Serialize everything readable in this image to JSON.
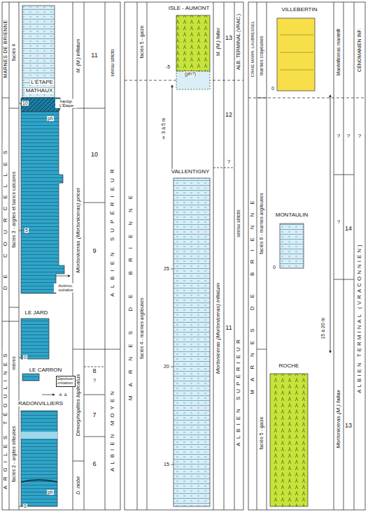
{
  "diagram": {
    "nodes": [
      {
        "text": [
          "Dipolocer. cristatum"
        ]
      }
    ],
    "labels": [
      "MARNES DE BRIENNE",
      "DE COURCELLES",
      "ARGILES TÉGULINES",
      "faciès 4",
      "faciès 3 - argiles et bancs calcaires",
      "faciès 2 - argiles silteuses",
      "mères",
      "L'ÉTAPE",
      "MATHAUX",
      "10",
      "hardgr. L'Étape",
      "ph",
      "5",
      "Actinoc. sutralus",
      "LE JARD",
      "0",
      "LE CARRON",
      "A. &",
      "RADONVILLIERS",
      "ph",
      "0",
      "M. (M.) inflatum",
      "Mortoniceras (Mortoniceras) pricei",
      "?",
      "Dimorphoplites biplicatus",
      "D. niobe",
      "11",
      "10",
      "9",
      "8",
      "7",
      "6",
      "sensu stricto",
      "ALBIEN SUPÉRIEUR",
      "ALBIEN MOYEN",
      "ISLE - AUMONT",
      "faciès 5 - gaize",
      "(ph?)",
      "-5",
      "≃ 3 à 5 m",
      "VALLENTIGNY",
      "MARNES DE BRIENNE",
      "faciès 4 - marnes argileuses",
      "25",
      "20",
      "15",
      "M. (M.) fallax",
      "Mortoniceras (Mortoniceras) inflatum",
      "13",
      "12",
      "?",
      "11",
      "ALB. TERMINAL (VRAC.)",
      "sensu stricto",
      "ALBIEN SUPÉRIEUR",
      "CRAIE MARN. LAUBRESSEL",
      "MARNES DE BRIENNE",
      "marnes crayeuses",
      "faciès 6 - marnes argileuses",
      "faciès 5 - gaize",
      "VILLEBERTIN",
      "0",
      "MONTAULIN",
      "0",
      "15 à 20 m",
      "ROCHE",
      "Mantelliceras mantelli",
      "?",
      "?",
      "?",
      "?",
      "14",
      "Mortoniceras (M.) fallax",
      "13",
      "CÉNOMANIEN INF.",
      "ALBIEN TERMINAL (VRACONNIEN)"
    ]
  }
}
